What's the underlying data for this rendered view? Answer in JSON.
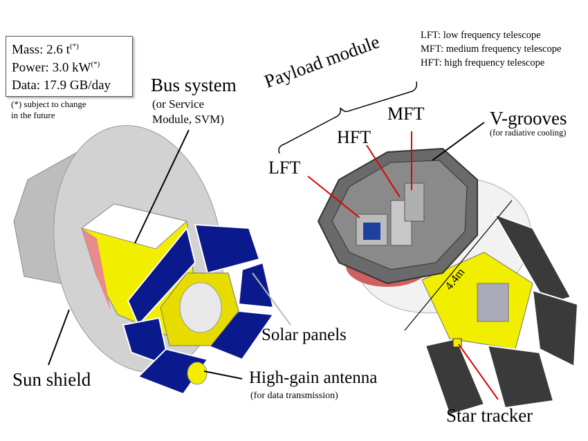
{
  "specs": {
    "mass": "Mass: 2.6 t",
    "power": "Power: 3.0 kW",
    "data": "Data: 17.9 GB/day",
    "asterisk": "(*)",
    "footnote_1": "(*) subject to change",
    "footnote_2": "in the future"
  },
  "legend": [
    "LFT: low frequency telescope",
    "MFT: medium frequency telescope",
    "HFT: high frequency telescope"
  ],
  "labels": {
    "bus_system": "Bus system",
    "bus_sub_1": "(or Service",
    "bus_sub_2": "Module, SVM)",
    "payload_module": "Payload module",
    "mft": "MFT",
    "hft": "HFT",
    "lft": "LFT",
    "v_grooves": "V-grooves",
    "v_grooves_sub": "(for radiative cooling)",
    "solar_panels": "Solar panels",
    "sun_shield": "Sun shield",
    "antenna": "High-gain antenna",
    "antenna_sub": "(for data transmission)",
    "star_tracker": "Star tracker",
    "dimension": "4.4m"
  },
  "colors": {
    "bus": "#f2ee00",
    "panel_blue": "#0a1a8c",
    "panel_dark": "#3a3a3a",
    "shield": "#cfcfcf",
    "leader_red": "#e00000"
  }
}
